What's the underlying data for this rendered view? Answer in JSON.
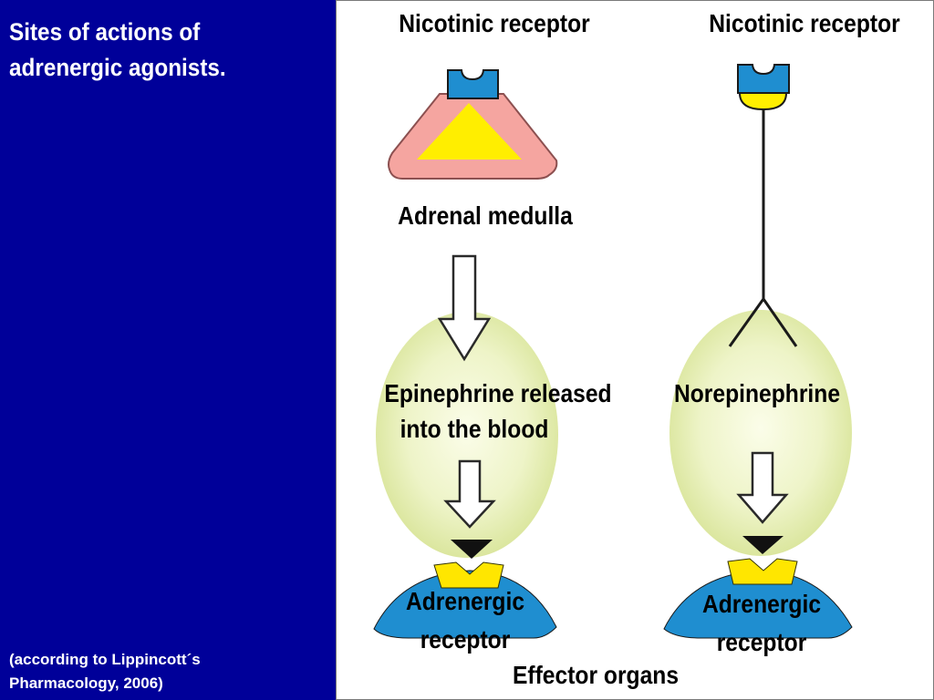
{
  "sidebar": {
    "title_line1": "Sites of actions of",
    "title_line2": "adrenergic agonists.",
    "citation_line1": "(according to Lippincott´s",
    "citation_line2": "Pharmacology, 2006)"
  },
  "diagram": {
    "left_pathway": {
      "receptor_label": "Nicotinic receptor",
      "organ_label": "Adrenal medulla",
      "release_line1": "Epinephrine released",
      "release_line2": "into the blood",
      "target_line1": "Adrenergic",
      "target_line2": "receptor"
    },
    "right_pathway": {
      "receptor_label": "Nicotinic receptor",
      "transmitter_label": "Norepinephrine",
      "target_line1": "Adrenergic",
      "target_line2": "receptor"
    },
    "effector_label": "Effector organs"
  },
  "colors": {
    "sidebar_bg": "#000099",
    "receptor_blue": "#1f8ed0",
    "adrenal_pink": "#f5a5a0",
    "adrenal_core": "#ffee00",
    "cell_green": "#e8f0b8",
    "ligand_yellow": "#ffe600"
  }
}
